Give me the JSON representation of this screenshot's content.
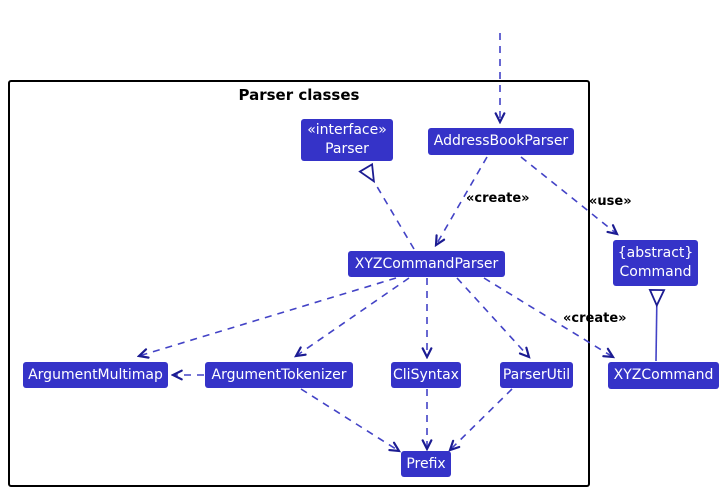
{
  "diagram": {
    "frame_title": "Parser classes",
    "colors": {
      "box_fill": "#3533c8",
      "box_text": "#ffffff",
      "line": "#4343c6",
      "arrowhead": "#1c1c92",
      "frame_border": "#000000",
      "label_text": "#000000",
      "background": "#ffffff"
    },
    "nodes": {
      "parser_interface": {
        "stereotype": "«interface»",
        "name": "Parser"
      },
      "address_book_parser": {
        "name": "AddressBookParser"
      },
      "xyz_command_parser": {
        "name": "XYZCommandParser"
      },
      "command": {
        "stereotype": "{abstract}",
        "name": "Command"
      },
      "argument_multimap": {
        "name": "ArgumentMultimap"
      },
      "argument_tokenizer": {
        "name": "ArgumentTokenizer"
      },
      "cli_syntax": {
        "name": "CliSyntax"
      },
      "parser_util": {
        "name": "ParserUtil"
      },
      "xyz_command": {
        "name": "XYZCommand"
      },
      "prefix": {
        "name": "Prefix"
      }
    },
    "edge_labels": {
      "create_parser": "«create»",
      "use_command": "«use»",
      "create_command": "«create»"
    }
  }
}
